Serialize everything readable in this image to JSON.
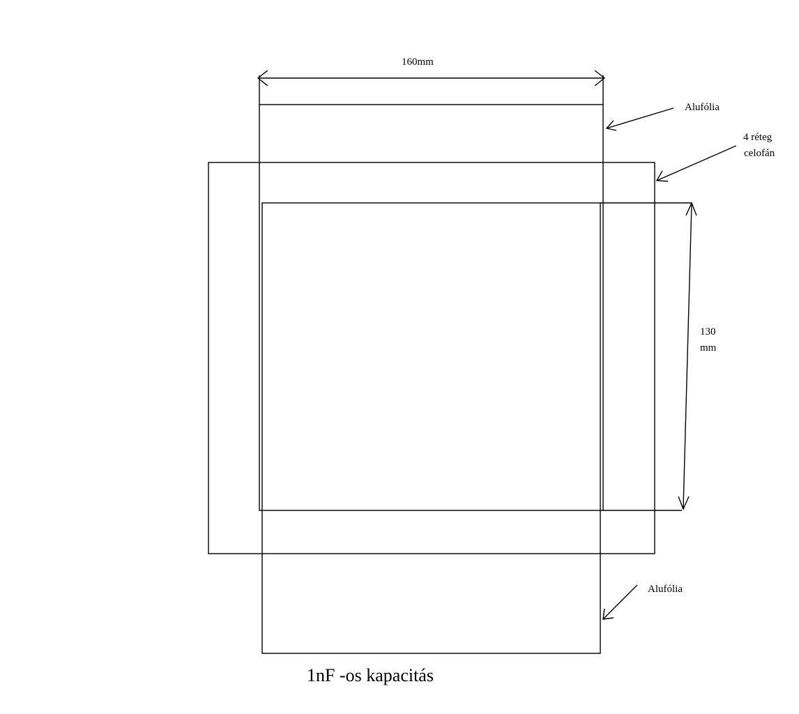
{
  "labels": {
    "width_dimension": "160mm",
    "top_foil": "Alufólia",
    "cellophane_line1": "4 réteg",
    "cellophane_line2": "celofán",
    "height_line1": "130",
    "height_line2": "mm",
    "bottom_foil": "Alufólia",
    "caption": "1nF -os kapacitás"
  },
  "colors": {
    "background": "#ffffff",
    "ink": "#000000"
  }
}
